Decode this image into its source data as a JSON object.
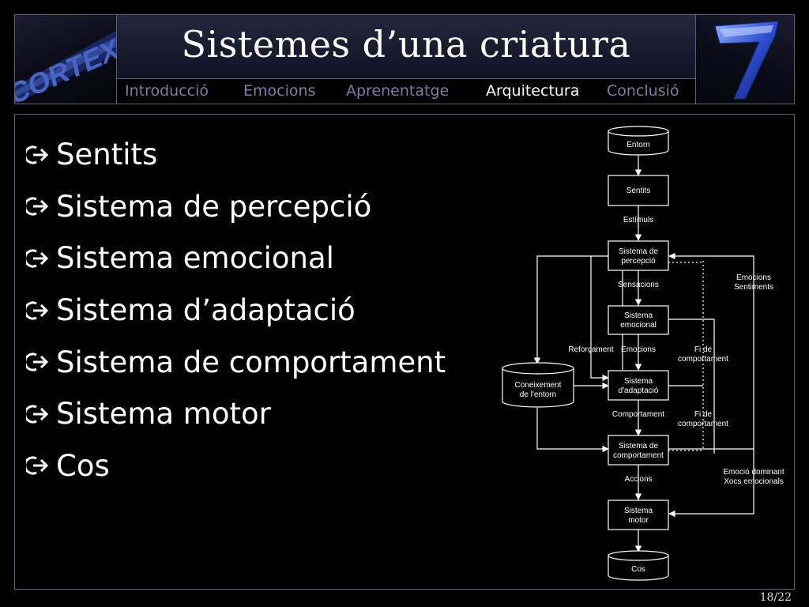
{
  "header": {
    "title": "Sistemes d’una criatura",
    "left_logo_text": "CORTEX",
    "nav": [
      {
        "label": "Introducció",
        "active": false
      },
      {
        "label": "Emocions",
        "active": false
      },
      {
        "label": "Aprenentatge",
        "active": false
      },
      {
        "label": "Arquitectura",
        "active": true
      },
      {
        "label": "Conclusió",
        "active": false
      }
    ]
  },
  "bullets": [
    "Sentits",
    "Sistema de percepció",
    "Sistema emocional",
    "Sistema d’adaptació",
    "Sistema de comportament",
    "Sistema motor",
    "Cos"
  ],
  "diagram": {
    "nodes": {
      "entorn": "Entorn",
      "sentits": "Sentits",
      "percepcio": [
        "Sistema de",
        "percepció"
      ],
      "emocional": [
        "Sistema",
        "emocional"
      ],
      "coneixement": [
        "Coneixement",
        "de l'entorn"
      ],
      "adaptacio": [
        "Sistema",
        "d'adaptació"
      ],
      "comportament": [
        "Sistema de",
        "comportament"
      ],
      "motor": [
        "Sistema",
        "motor"
      ],
      "cos": "Cos"
    },
    "labels": {
      "estimuls": "Estímuls",
      "sensacions": "Sensacions",
      "reforcament": "Reforçament",
      "emocions": "Emocions",
      "fi_comportament_1": [
        "Fi de",
        "comportament"
      ],
      "comportament": "Comportament",
      "fi_comportament_2": [
        "Fi de",
        "comportament"
      ],
      "accions": "Accions",
      "emocions_sentiments": [
        "Emocions",
        "Sentiments"
      ],
      "emocio_dominant": [
        "Emoció dominant",
        "Xocs emocionals"
      ]
    }
  },
  "footer": {
    "page": "18/22"
  },
  "colors": {
    "background": "#000000",
    "nav_inactive": "#7a7fa8",
    "nav_active": "#ffffff",
    "border": "#5a5e78",
    "title_bar": "#1c2035"
  }
}
